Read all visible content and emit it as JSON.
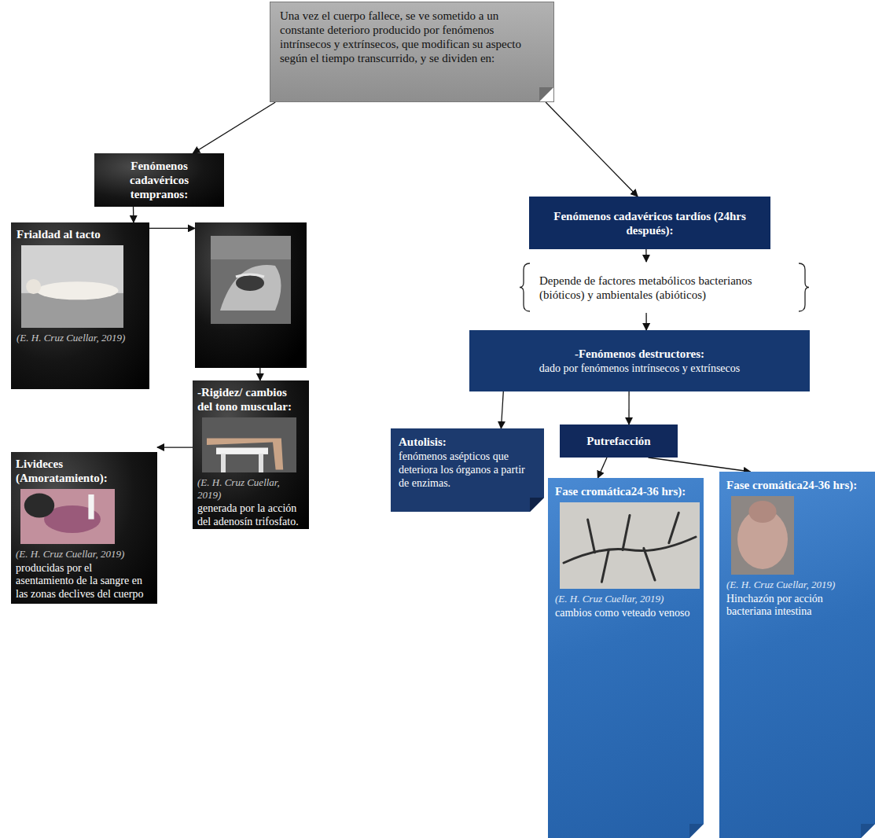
{
  "diagram": {
    "nodes": [
      {
        "text": [
          "Una vez el cuerpo fallece, se ve sometido a un constante deterioro producido por fenómenos intrínsecos y extrínsecos, que modifican su aspecto según el tiempo transcurrido, y se dividen en:"
        ]
      },
      {
        "text": [
          "Fenómenos cadavéricos tempranos:"
        ]
      },
      {
        "text": [
          "Fenómenos cadavéricos tardíos (24hrs después):"
        ]
      },
      {
        "text": [
          "Depende de factores metabólicos bacterianos (bióticos) y ambientales (abióticos)"
        ]
      },
      {
        "text": [
          "Frialdad al tacto",
          "(E. H. Cruz Cuellar, 2019)"
        ]
      },
      {
        "text": [
          "-Fenómenos destructores:",
          "dado por fenómenos intrínsecos y extrínsecos"
        ]
      },
      {
        "text": [
          "-Rigidez/ cambios del tono muscular:",
          "(E. H. Cruz Cuellar, 2019)",
          "generada por la acción del adenosín trifosfato."
        ]
      },
      {
        "text": [
          "Autolisis:",
          "fenómenos asépticos que deteriora los órganos a partir de enzimas."
        ]
      },
      {
        "text": [
          "Putrefacción"
        ]
      },
      {
        "text": [
          "Livideces (Amoratamiento):",
          "(E. H. Cruz Cuellar, 2019)",
          "producidas por el asentamiento de la sangre en las zonas declives del cuerpo"
        ]
      },
      {
        "text": [
          "Fase cromática24-36 hrs):",
          "(E. H. Cruz Cuellar, 2019)",
          "cambios como veteado venoso"
        ]
      },
      {
        "text": [
          "Fase cromática24-36 hrs):",
          "(E. H. Cruz Cuellar, 2019)",
          "Hinchazón por acción bacteriana intestina"
        ]
      }
    ],
    "edges": [
      {
        "from": 0,
        "to": 1,
        "arrow": "to"
      },
      {
        "from": 0,
        "to": 2,
        "arrow": "to"
      },
      {
        "from": 1,
        "to": 4,
        "arrow": "to"
      },
      {
        "from": 4,
        "to": 6,
        "arrow": "to"
      },
      {
        "from": 6,
        "to": 9,
        "arrow": "to"
      },
      {
        "from": 2,
        "to": 3,
        "arrow": "to"
      },
      {
        "from": 3,
        "to": 5,
        "arrow": "to"
      },
      {
        "from": 5,
        "to": 7,
        "arrow": "to"
      },
      {
        "from": 5,
        "to": 8,
        "arrow": "to"
      },
      {
        "from": 8,
        "to": 10,
        "arrow": "to"
      },
      {
        "from": 8,
        "to": 11,
        "arrow": "to"
      }
    ]
  }
}
